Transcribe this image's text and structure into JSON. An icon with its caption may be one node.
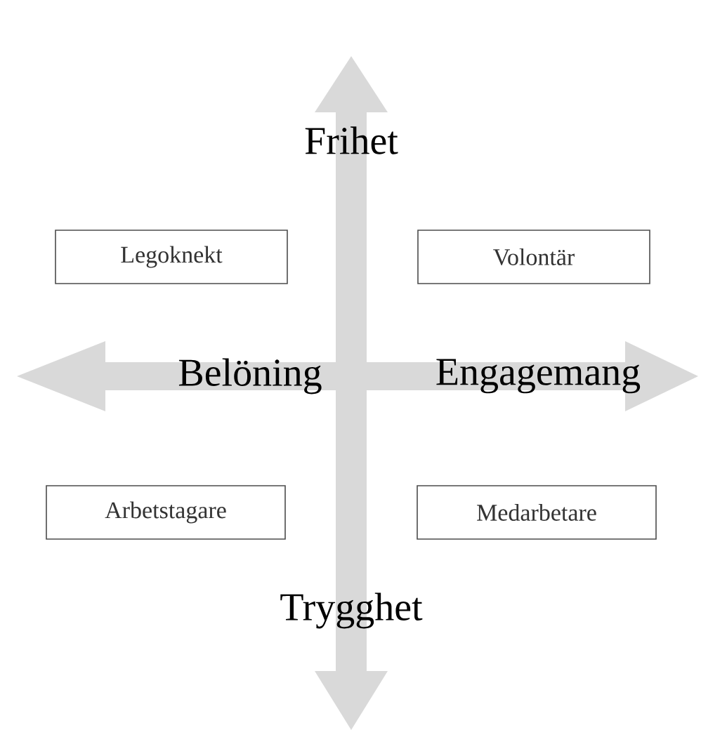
{
  "diagram": {
    "nodes": [
      {
        "text": [
          "Legoknekt"
        ]
      },
      {
        "text": [
          "Volontär"
        ]
      },
      {
        "text": [
          "Arbetstagare"
        ]
      },
      {
        "text": [
          "Medarbetare"
        ]
      }
    ],
    "labels": [
      "Frihet",
      "Belöning",
      "Engagemang",
      "Trygghet"
    ]
  }
}
